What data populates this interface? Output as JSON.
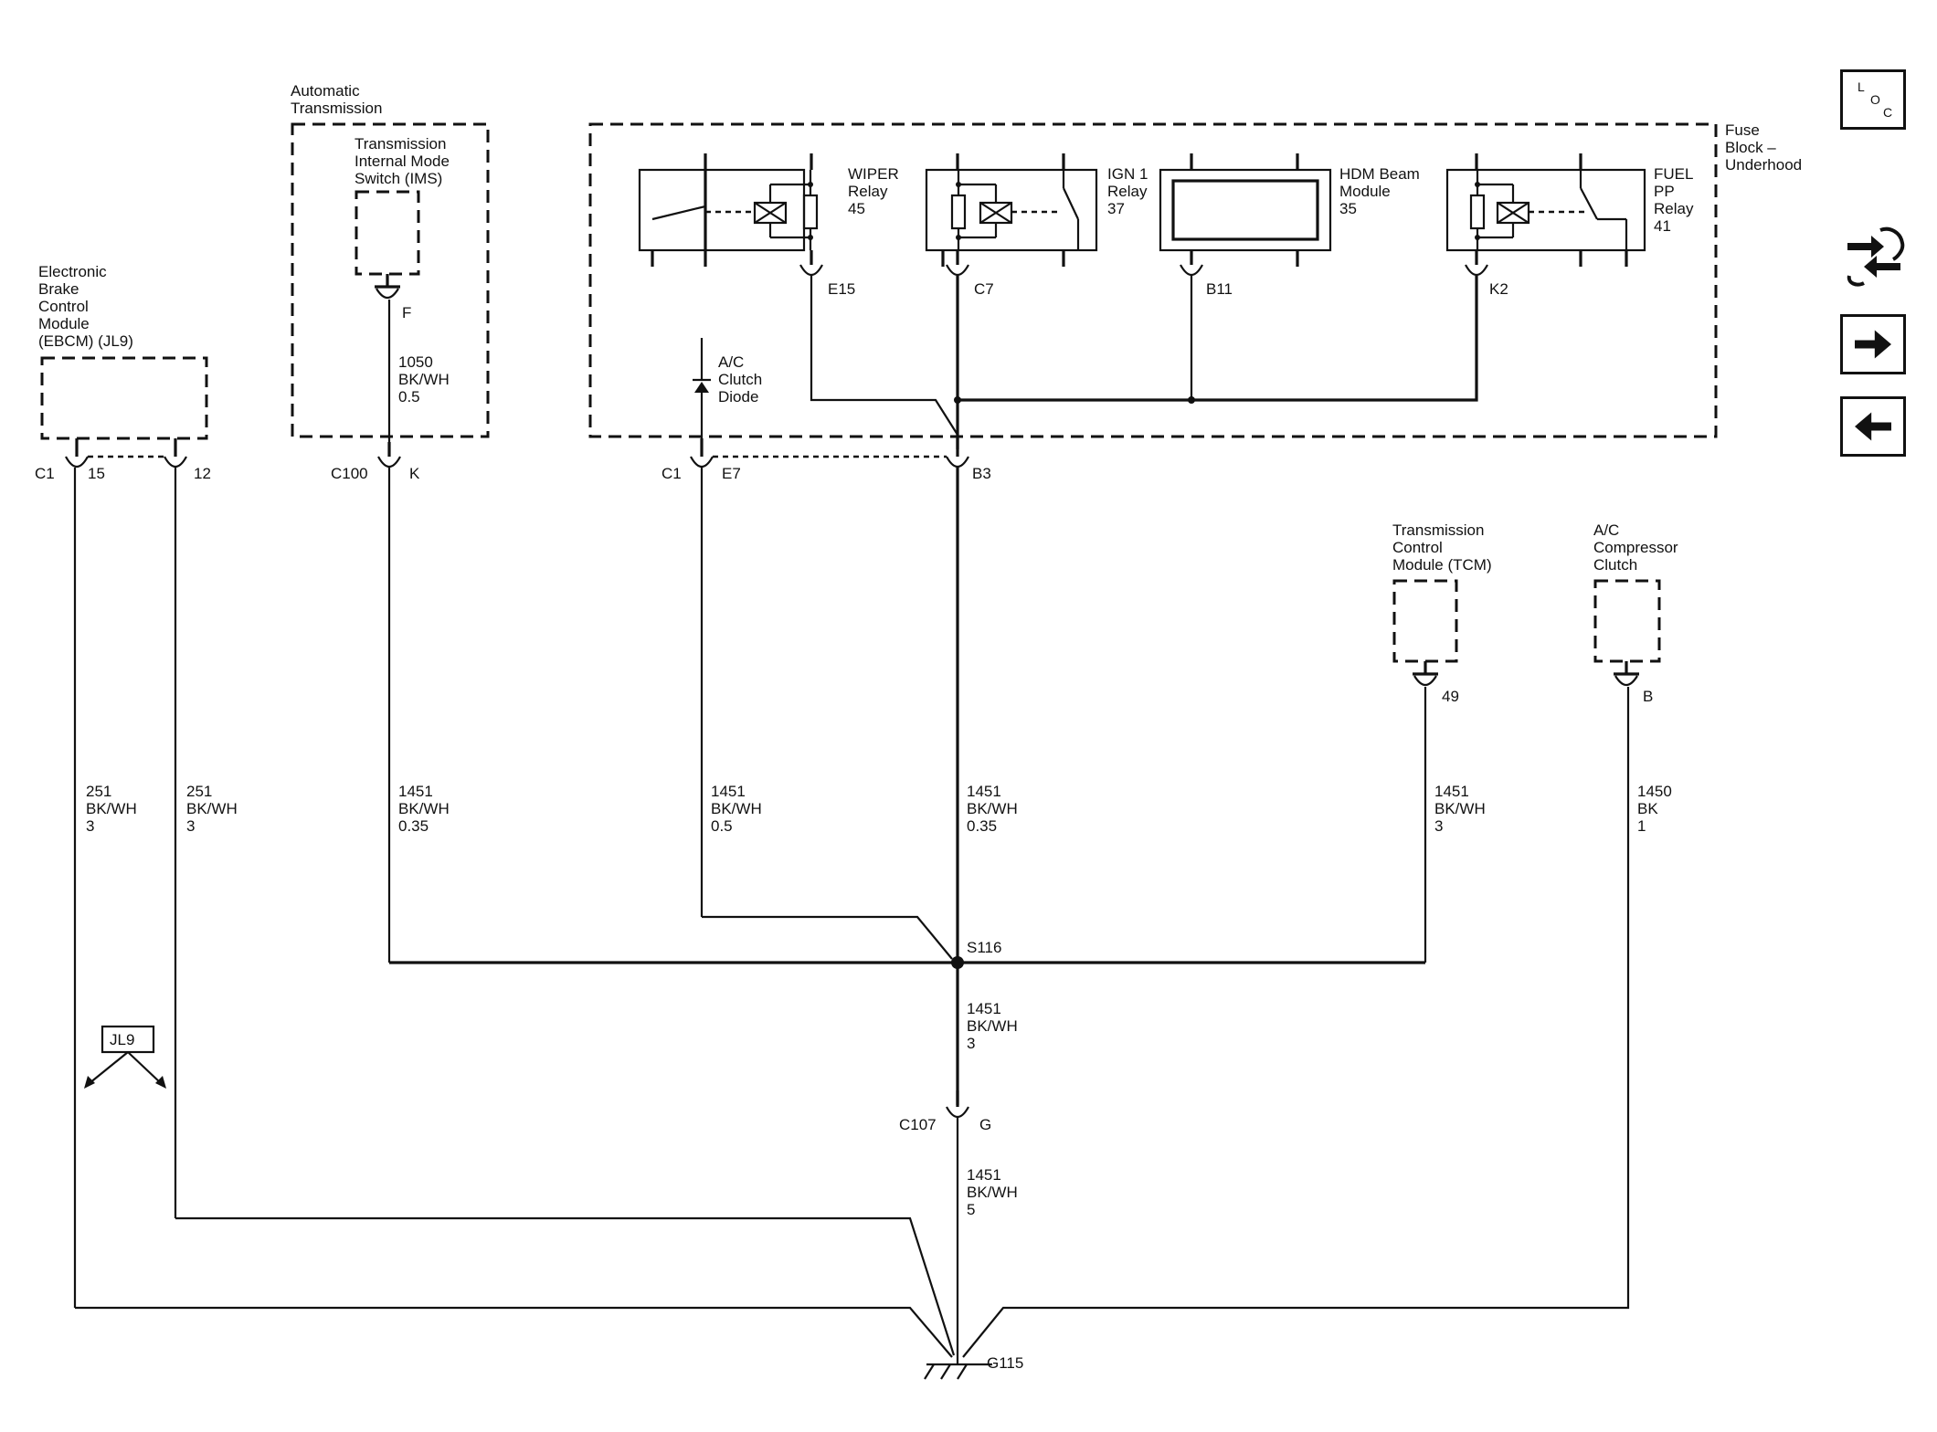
{
  "components": {
    "ebcm": [
      "Electronic",
      "Brake",
      "Control",
      "Module",
      "(EBCM) (JL9)"
    ],
    "auto_trans": [
      "Automatic",
      "Transmission"
    ],
    "ims": [
      "Transmission",
      "Internal Mode",
      "Switch (IMS)"
    ],
    "fuse_block": [
      "Fuse",
      "Block –",
      "Underhood"
    ],
    "wiper_relay": [
      "WIPER",
      "Relay",
      "45"
    ],
    "ign1_relay": [
      "IGN 1",
      "Relay",
      "37"
    ],
    "hdm_module": [
      "HDM Beam",
      "Module",
      "35"
    ],
    "fuel_pp_relay": [
      "FUEL",
      "PP",
      "Relay",
      "41"
    ],
    "ac_diode": [
      "A/C",
      "Clutch",
      "Diode"
    ],
    "tcm": [
      "Transmission",
      "Control",
      "Module (TCM)"
    ],
    "ac_clutch": [
      "A/C",
      "Compressor",
      "Clutch"
    ]
  },
  "pins": {
    "ebcm_c1": "C1",
    "ebcm_15": "15",
    "ebcm_12": "12",
    "ims_f": "F",
    "c100": "C100",
    "c100_k": "K",
    "diode_c1": "C1",
    "diode_e7": "E7",
    "b3": "B3",
    "e15": "E15",
    "c7": "C7",
    "b11": "B11",
    "k2": "K2",
    "tcm_49": "49",
    "ac_b": "B",
    "c107": "C107",
    "c107_g": "G",
    "s116": "S116",
    "g115": "G115"
  },
  "wires": {
    "ims": [
      "1050",
      "BK/WH",
      "0.5"
    ],
    "ebcm_15": [
      "251",
      "BK/WH",
      "3"
    ],
    "ebcm_12": [
      "251",
      "BK/WH",
      "3"
    ],
    "c100": [
      "1451",
      "BK/WH",
      "0.35"
    ],
    "diode": [
      "1451",
      "BK/WH",
      "0.5"
    ],
    "b3": [
      "1451",
      "BK/WH",
      "0.35"
    ],
    "tcm": [
      "1451",
      "BK/WH",
      "3"
    ],
    "ac": [
      "1450",
      "BK",
      "1"
    ],
    "s116_down": [
      "1451",
      "BK/WH",
      "3"
    ],
    "c107_down": [
      "1451",
      "BK/WH",
      "5"
    ]
  },
  "option_tag": "JL9",
  "nav": {
    "loc": [
      "L",
      "O",
      "C"
    ],
    "icons": [
      "loc-icon",
      "connector-list-icon",
      "next-page-icon",
      "previous-page-icon"
    ]
  }
}
